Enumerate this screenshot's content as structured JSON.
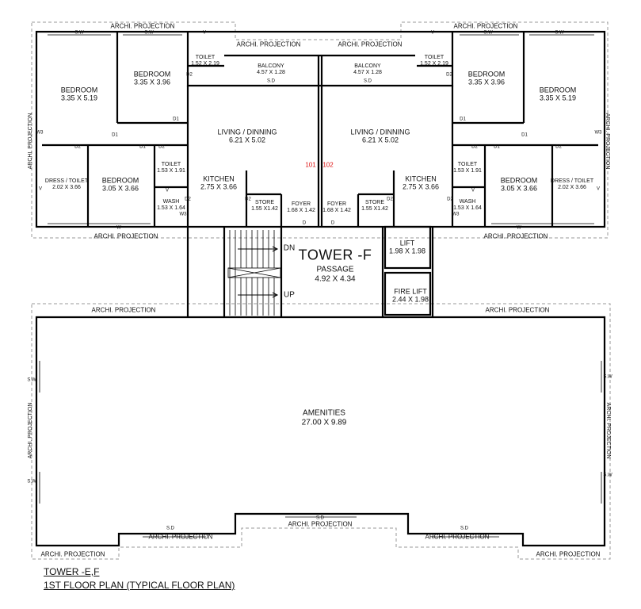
{
  "title": "TOWER -F",
  "caption": {
    "line1": "TOWER -E,F",
    "line2": "1ST FLOOR PLAN (TYPICAL FLOOR PLAN)"
  },
  "unit_numbers": {
    "left": "101",
    "right": "102"
  },
  "rooms": {
    "bedroom_big": {
      "name": "BEDROOM",
      "dim": "3.35 X 5.19"
    },
    "bedroom_top": {
      "name": "BEDROOM",
      "dim": "3.35 X 3.96"
    },
    "bedroom_small": {
      "name": "BEDROOM",
      "dim": "3.05 X 3.66"
    },
    "toilet_top": {
      "name": "TOILET",
      "dim": "1.52 X 2.19"
    },
    "toilet_mid": {
      "name": "TOILET",
      "dim": "1.53 X 1.91"
    },
    "dress_toilet": {
      "name": "DRESS / TOILET",
      "dim": "2.02 X 3.66"
    },
    "wash": {
      "name": "WASH",
      "dim": "1.53 X 1.64"
    },
    "balcony": {
      "name": "BALCONY",
      "dim": "4.57 X 1.28"
    },
    "living": {
      "name": "LIVING / DINNING",
      "dim": "6.21 X 5.02"
    },
    "kitchen": {
      "name": "KITCHEN",
      "dim": "2.75 X 3.66"
    },
    "store": {
      "name": "STORE",
      "dim": "1.55 X1.42"
    },
    "foyer": {
      "name": "FOYER",
      "dim": "1.68 X 1.42"
    },
    "passage": {
      "name": "PASSAGE",
      "dim": "4.92 X 4.34"
    },
    "lift": {
      "name": "LIFT",
      "dim": "1.98 X 1.98"
    },
    "fire_lift": {
      "name": "FIRE LIFT",
      "dim": "2.44 X 1.98"
    },
    "amenities": {
      "name": "AMENITIES",
      "dim": "27.00 X 9.89"
    }
  },
  "stairs": {
    "down": "DN",
    "up": "UP"
  },
  "tags": {
    "projection": "ARCHI. PROJECTION",
    "sw": "S.W",
    "sd": "S.D",
    "w": "W",
    "v": "V",
    "d": "D",
    "d1": "D1",
    "d2": "D2",
    "w3": "W3"
  }
}
